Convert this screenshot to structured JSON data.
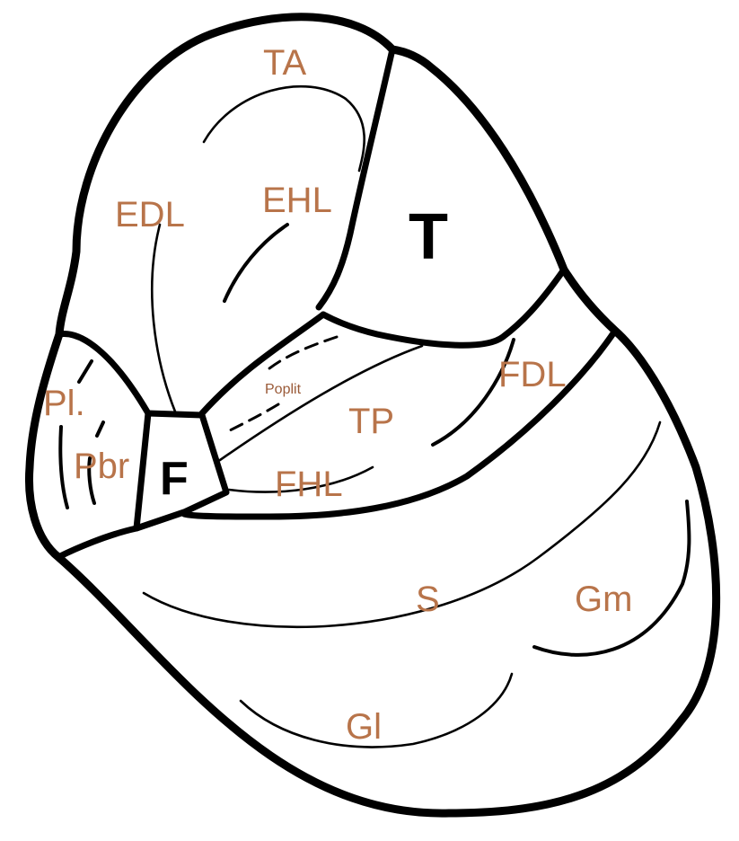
{
  "labels": {
    "ta": "TA",
    "edl": "EDL",
    "ehl": "EHL",
    "tibia": "T",
    "poplit": "Poplit",
    "fdl": "FDL",
    "tp": "TP",
    "pl": "Pl.",
    "pbr": "Pbr",
    "fibula": "F",
    "fhl": "FHL",
    "s": "S",
    "gm": "Gm",
    "gl": "Gl"
  },
  "colors": {
    "label": "#b8744a",
    "outline": "#000000",
    "background": "#ffffff"
  }
}
